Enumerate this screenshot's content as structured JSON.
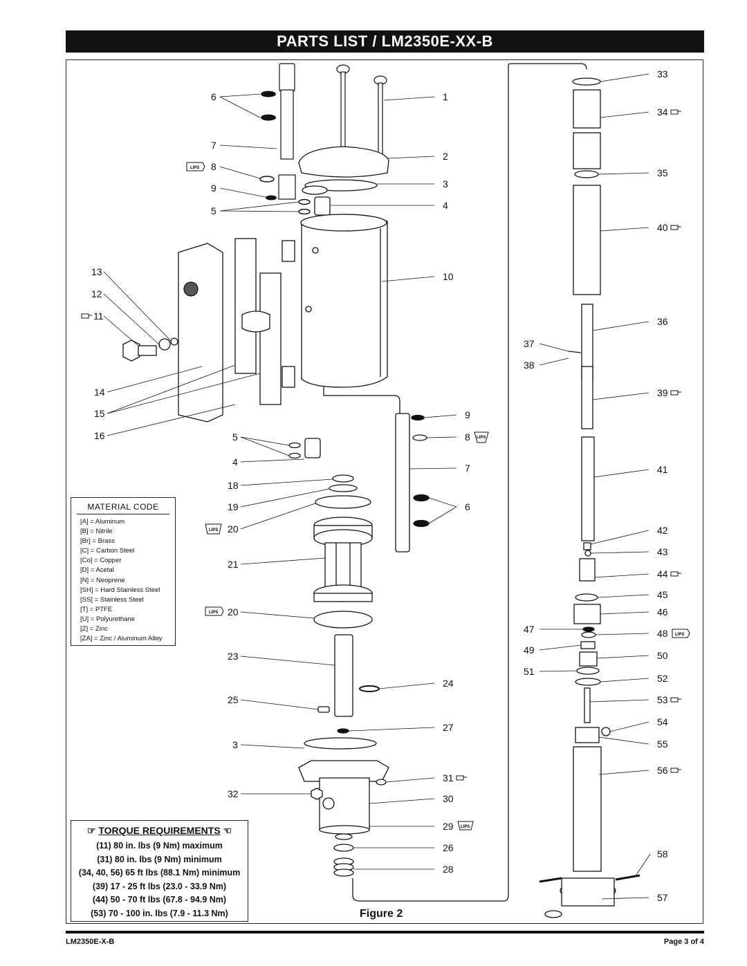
{
  "header": {
    "title": "PARTS LIST / LM2350E-XX-B"
  },
  "figure": {
    "label": "Figure 2"
  },
  "callouts": {
    "c6a": "6",
    "c7a": "7",
    "c8a": "8",
    "c9a": "9",
    "c5a": "5",
    "c13": "13",
    "c12": "12",
    "c11": "11",
    "c14": "14",
    "c15": "15",
    "c16": "16",
    "c1": "1",
    "c2": "2",
    "c3a": "3",
    "c4a": "4",
    "c10": "10",
    "c5b": "5",
    "c4b": "4",
    "c18": "18",
    "c19": "19",
    "c20a": "20",
    "c21": "21",
    "c20b": "20",
    "c23": "23",
    "c25": "25",
    "c3b": "3",
    "c32": "32",
    "c9b": "9",
    "c8b": "8",
    "c7b": "7",
    "c6b": "6",
    "c24": "24",
    "c27": "27",
    "c31": "31",
    "c30": "30",
    "c29": "29",
    "c26": "26",
    "c28": "28",
    "c33": "33",
    "c34": "34",
    "c35": "35",
    "c40": "40",
    "c36": "36",
    "c37": "37",
    "c38": "38",
    "c39": "39",
    "c41": "41",
    "c42": "42",
    "c43": "43",
    "c44": "44",
    "c45": "45",
    "c46": "46",
    "c47": "47",
    "c48": "48",
    "c49": "49",
    "c50": "50",
    "c51": "51",
    "c52": "52",
    "c53": "53",
    "c54": "54",
    "c55": "55",
    "c56": "56",
    "c58": "58",
    "c57": "57"
  },
  "lips_badge": "LIPS",
  "material_code": {
    "title": "MATERIAL CODE",
    "rows": [
      "[A]   = Aluminum",
      "[B]   = Nitrile",
      "[Br] = Brass",
      "[C]   = Carbon Steel",
      "[Co] = Copper",
      "[D]   = Acetal",
      "[N]   = Neoprene",
      "[SH] = Hard Stainless Steel",
      "[SS] = Stainless Steel",
      "[T]   = PTFE",
      "[U]   = Polyurethane",
      "[Z]   = Zinc",
      "[ZA] = Zinc / Aluminum Alloy"
    ]
  },
  "torque": {
    "title": "TORQUE REQUIREMENTS",
    "rows": [
      "(11) 80 in. lbs (9 Nm) maximum",
      "(31) 80 in. lbs (9 Nm) minimum",
      "(34, 40, 56) 65 ft lbs (88.1 Nm) minimum",
      "(39) 17 - 25 ft lbs (23.0 - 33.9 Nm)",
      "(44) 50 - 70 ft lbs (67.8 - 94.9 Nm)",
      "(53) 70 - 100 in. lbs (7.9 - 11.3 Nm)"
    ]
  },
  "footer": {
    "left": "LM2350E-X-B",
    "right": "Page 3 of 4"
  }
}
